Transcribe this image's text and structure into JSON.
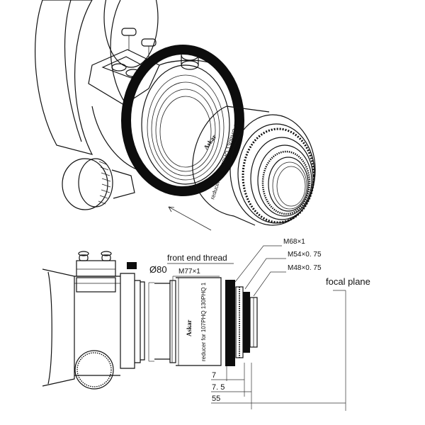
{
  "labels": {
    "front_end_thread": "front end thread",
    "diameter": "Ø80",
    "m77": "M77×1",
    "m68": "M68×1",
    "m54": "M54×0. 75",
    "m48": "M48×0. 75",
    "focal_plane": "focal plane"
  },
  "dimensions": {
    "d7": "7",
    "d75": "7. 5",
    "d55": "55"
  },
  "reducer": {
    "brand": "Askar",
    "model_text": "reducer for 107PHQ 130PHQ 1"
  },
  "colors": {
    "line": "#111111",
    "background": "#ffffff",
    "band": "#0d0d0d"
  }
}
